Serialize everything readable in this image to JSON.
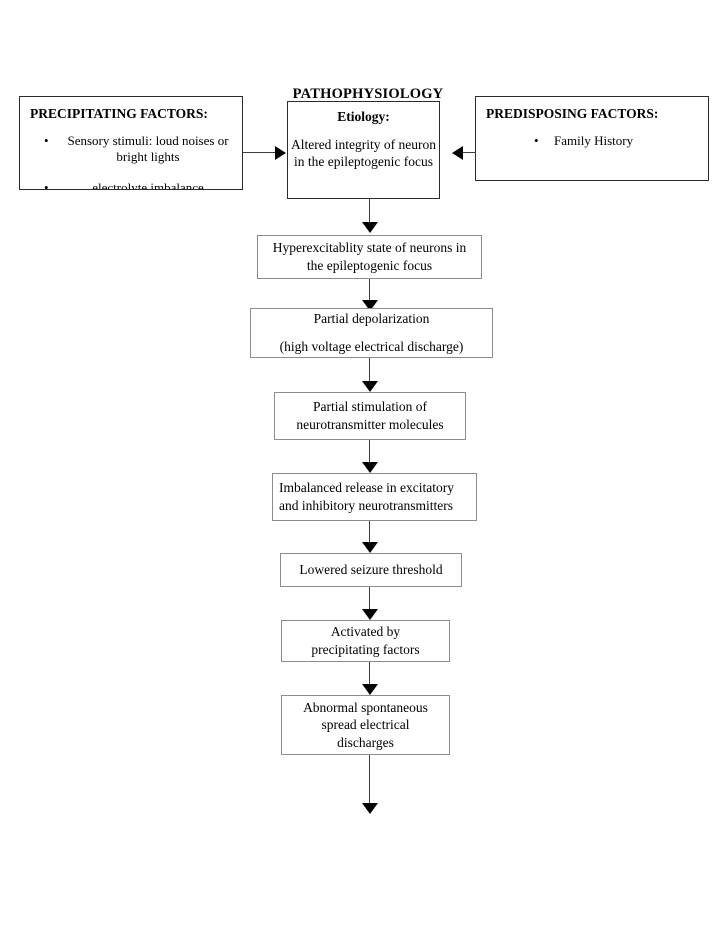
{
  "page": {
    "title": "PATHOPHYSIOLOGY",
    "background_color": "#ffffff",
    "text_color": "#000000",
    "box_border_color": "#8c8c8c",
    "connector_color": "#3d3d3d"
  },
  "precipitating": {
    "heading": "PRECIPITATING FACTORS:",
    "items": [
      "Sensory stimuli: loud noises or bright lights",
      "electrolyte imbalance"
    ]
  },
  "predisposing": {
    "heading": "PREDISPOSING FACTORS:",
    "items": [
      "Family History"
    ]
  },
  "etiology": {
    "heading": "Etiology:",
    "body": "Altered integrity of neuron in the epileptogenic focus"
  },
  "flow": [
    {
      "id": "hyperexcitability",
      "line1": "Hyperexcitablity state of neurons in",
      "line2": "the epileptogenic focus"
    },
    {
      "id": "partial-depolarization",
      "line1": "Partial depolarization",
      "line2": "(high voltage electrical discharge)"
    },
    {
      "id": "partial-stimulation",
      "line1": "Partial stimulation of",
      "line2": "neurotransmitter molecules"
    },
    {
      "id": "imbalanced-release",
      "line1": "Imbalanced release in excitatory",
      "line2": "and inhibitory neurotransmitters"
    },
    {
      "id": "lowered-threshold",
      "line1": "Lowered seizure threshold",
      "line2": ""
    },
    {
      "id": "activated-by",
      "line1": "Activated by",
      "line2": "precipitating factors"
    },
    {
      "id": "abnormal-spread",
      "line1": "Abnormal spontaneous",
      "line2": "spread electrical",
      "line3": "discharges"
    }
  ]
}
